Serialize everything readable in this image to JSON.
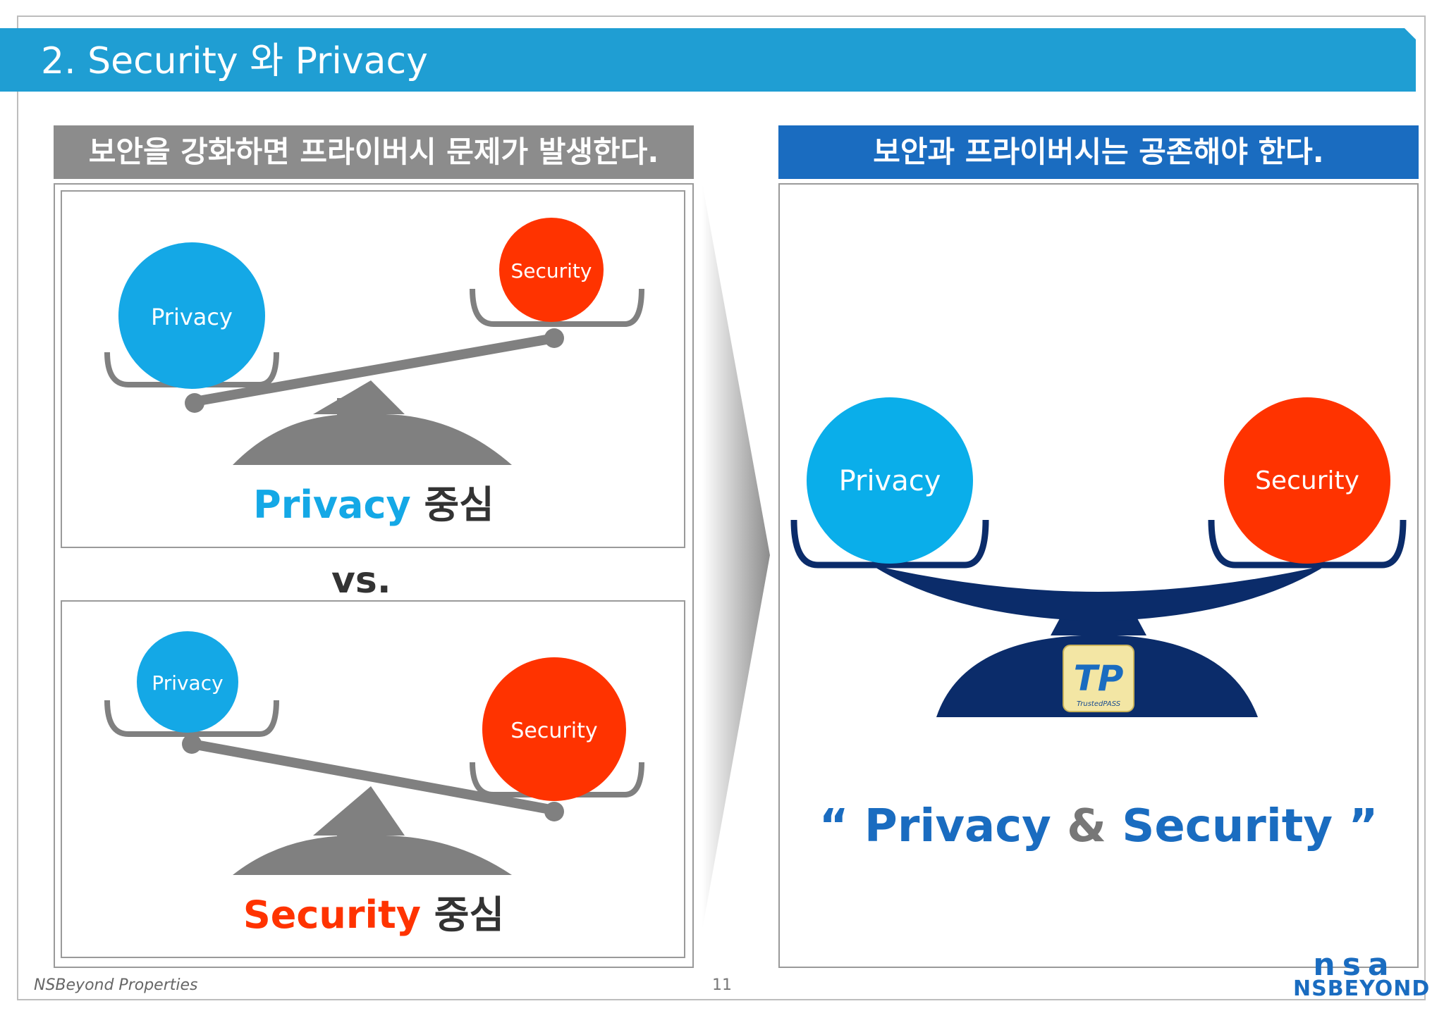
{
  "title": "2. Security 와 Privacy",
  "left_panel": {
    "header": "보안을 강화하면 프라이버시 문제가 발생한다.",
    "top_scale": {
      "left_ball_label": "Privacy",
      "right_ball_label": "Security",
      "caption_highlight": "Privacy",
      "caption_rest": " 중심"
    },
    "vs_label": "vs.",
    "bottom_scale": {
      "left_ball_label": "Privacy",
      "right_ball_label": "Security",
      "caption_highlight": "Security",
      "caption_rest": " 중심"
    }
  },
  "right_panel": {
    "header": "보안과 프라이버시는 공존해야 한다.",
    "left_ball_label": "Privacy",
    "right_ball_label": "Security",
    "badge_letters": "TP",
    "badge_sub": "TrustedPASS",
    "quote": {
      "open": "“ ",
      "privacy": "Privacy",
      "amp": " & ",
      "security": "Security",
      "close": " ”"
    }
  },
  "footer": {
    "company": "NSBeyond Properties",
    "page_number": "11",
    "logo_mark": "nsa",
    "logo_text": "NSBEYOND"
  },
  "colors": {
    "title_bar": "#1f9ed3",
    "header_gray": "#8c8c8c",
    "header_blue": "#1a6cc0",
    "privacy_blue": "#14a8e6",
    "security_red": "#ff3300",
    "scale_gray": "#808080",
    "scale_navy": "#0b2c6a"
  }
}
